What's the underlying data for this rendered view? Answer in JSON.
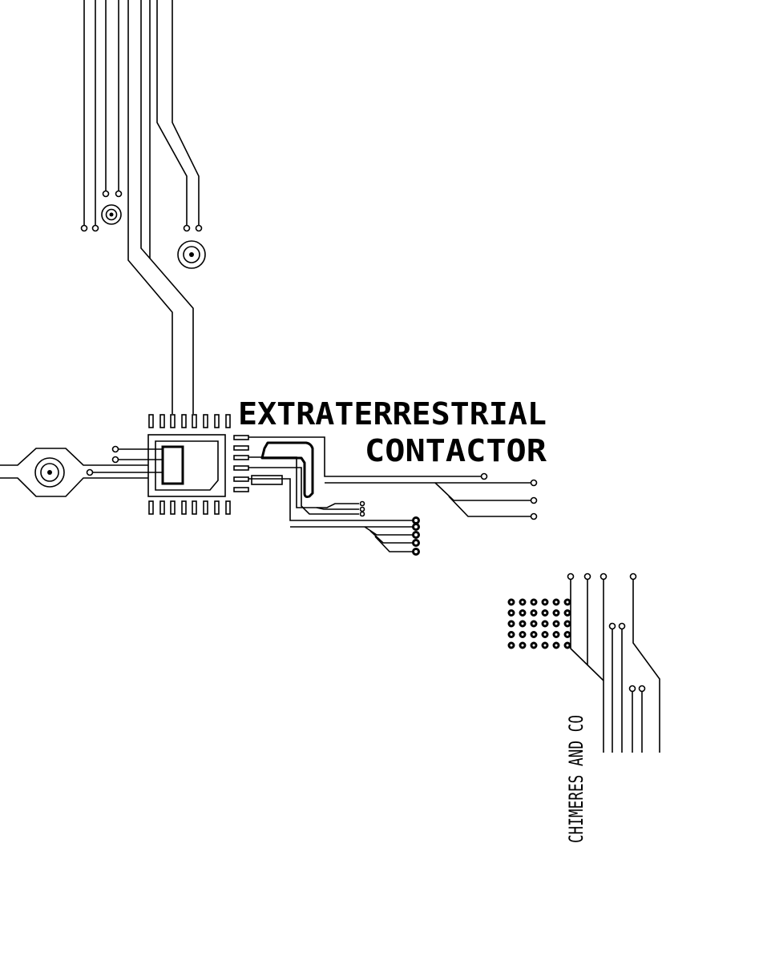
{
  "title": {
    "line1": "EXTRATERRESTRIAL",
    "line2": "CONTACTOR"
  },
  "publisher": "CHIMERES AND CO",
  "colors": {
    "ink": "#000000",
    "background": "#ffffff"
  }
}
